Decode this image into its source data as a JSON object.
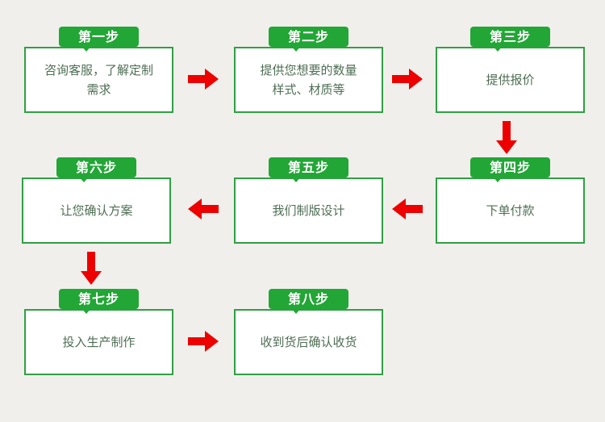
{
  "colors": {
    "page-bg": "#f0efeb",
    "bubble-green": "#22a636",
    "box-border-green": "#2fa044",
    "box-text": "#4e6e54",
    "arrow-red": "#ed0000"
  },
  "steps": [
    {
      "label": "第一步",
      "text": "咨询客服，了解定制\n需求"
    },
    {
      "label": "第二步",
      "text": "提供您想要的数量\n样式、材质等"
    },
    {
      "label": "第三步",
      "text": "提供报价"
    },
    {
      "label": "第四步",
      "text": "下单付款"
    },
    {
      "label": "第五步",
      "text": "我们制版设计"
    },
    {
      "label": "第六步",
      "text": "让您确认方案"
    },
    {
      "label": "第七步",
      "text": "投入生产制作"
    },
    {
      "label": "第八步",
      "text": "收到货后确认收货"
    }
  ]
}
